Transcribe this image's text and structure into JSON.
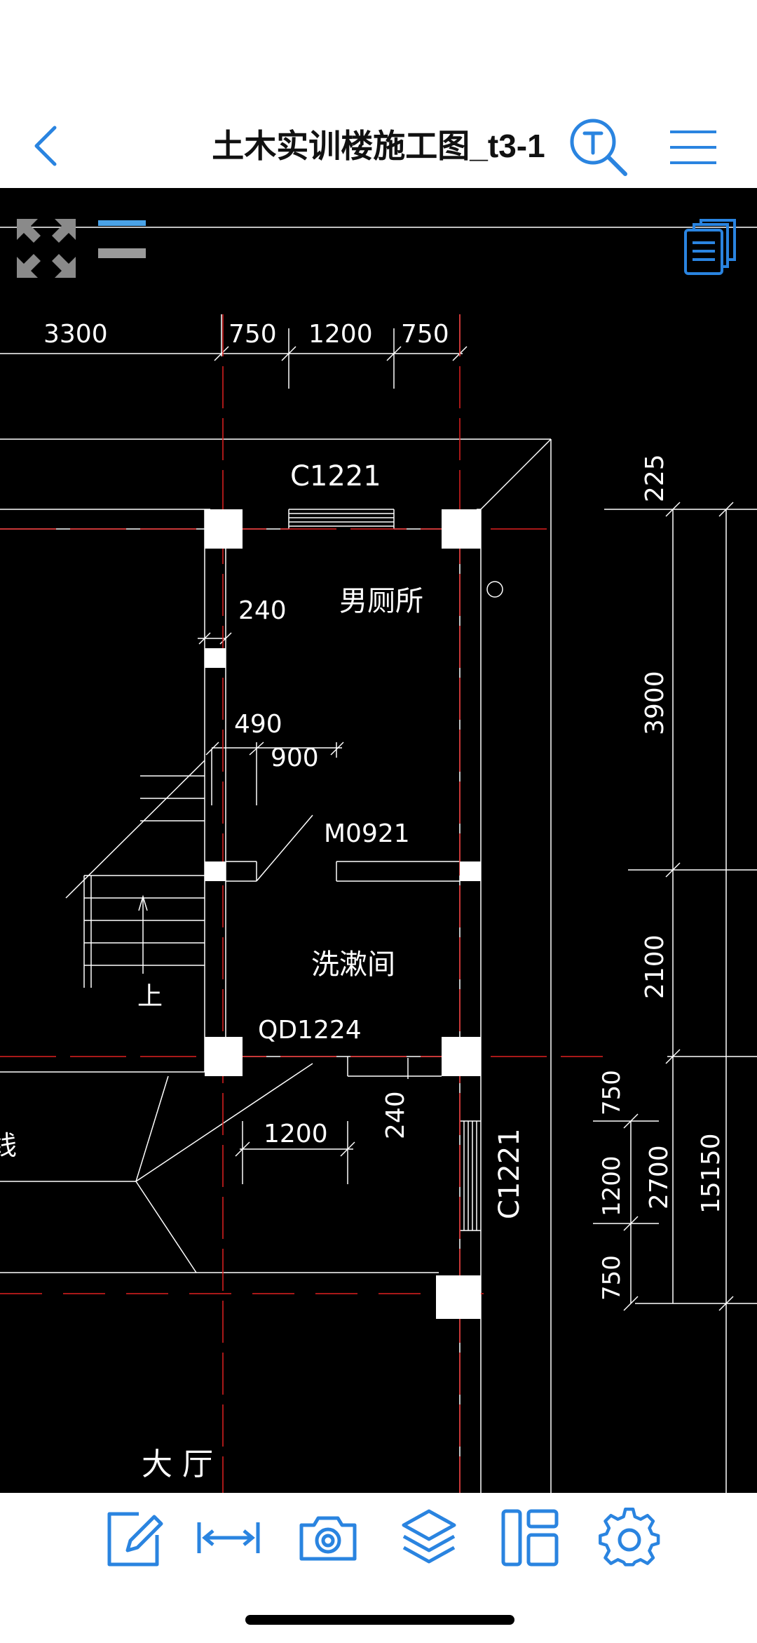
{
  "header": {
    "title": "土木实训楼施工图_t3-1",
    "back_icon": "chevron-left-icon",
    "search_icon": "text-search-icon",
    "menu_icon": "hamburger-menu-icon"
  },
  "colors": {
    "accent": "#2a84e0",
    "canvas_bg": "#000000",
    "cad_line": "#ffffff",
    "axis_line": "#e02020"
  },
  "drawing": {
    "dims_top": [
      "3300",
      "750",
      "1200",
      "750"
    ],
    "window_top": "C1221",
    "room_men": "男厕所",
    "wall_240_a": "240",
    "dim_490": "490",
    "dim_900": "900",
    "door": "M0921",
    "room_wash": "洗漱间",
    "qd": "QD1224",
    "wall_240_b": "240",
    "dim_1200": "1200",
    "window_right": "C1221",
    "stair_up": "上",
    "edge_char": "线",
    "hall": "大    厅",
    "dims_right": [
      "225",
      "3900",
      "2100",
      "750",
      "1200",
      "750",
      "2700",
      "15150"
    ]
  },
  "toolbar": {
    "items": [
      "edit-icon",
      "measure-icon",
      "camera-icon",
      "layers-icon",
      "layout-icon",
      "settings-icon"
    ]
  }
}
